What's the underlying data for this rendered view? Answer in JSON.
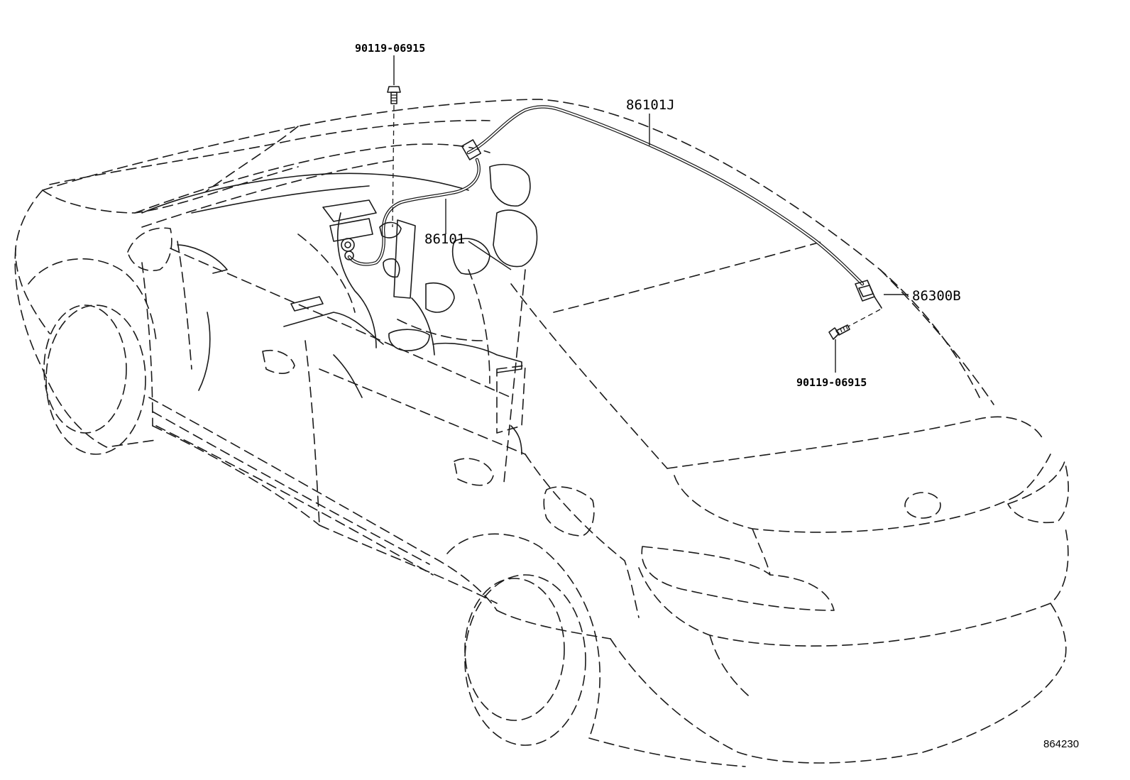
{
  "callouts": {
    "bolt_top": "90119-06915",
    "wire_roof": "86101J",
    "wire_main": "86101",
    "antenna": "86300B",
    "bolt_rear": "90119-06915"
  },
  "figure_ref": "864230"
}
